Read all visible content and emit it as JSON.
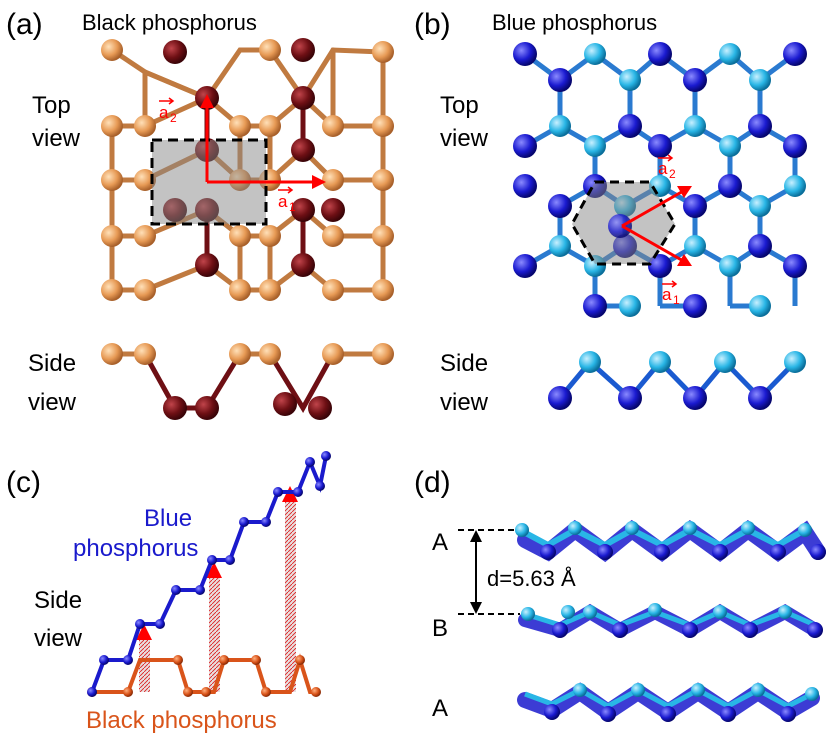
{
  "panels": {
    "a": {
      "label": "(a)",
      "title": "Black phosphorus",
      "top_view": [
        "Top",
        "view"
      ],
      "side_view": [
        "Side",
        "view"
      ]
    },
    "b": {
      "label": "(b)",
      "title": "Blue phosphorus",
      "top_view": [
        "Top",
        "view"
      ],
      "side_view": [
        "Side",
        "view"
      ]
    },
    "c": {
      "label": "(c)",
      "blue_label": [
        "Blue",
        "phosphorus"
      ],
      "side_view": [
        "Side",
        "view"
      ],
      "black_label": "Black phosphorus"
    },
    "d": {
      "label": "(d)",
      "layers": [
        "A",
        "B",
        "A"
      ],
      "spacing": "d=5.63 Å"
    }
  },
  "vectors": {
    "a1": "a",
    "a1_sub": "1",
    "a2": "a",
    "a2_sub": "2"
  },
  "colors": {
    "black_p_light": "#e79a55",
    "black_p_dark": "#6e0f14",
    "blue_p_light": "#29b6e6",
    "blue_p_dark": "#1a1ad0",
    "chain_blue": "#1a1acc",
    "chain_orange": "#d9541a",
    "vector_red": "#ff0000"
  }
}
